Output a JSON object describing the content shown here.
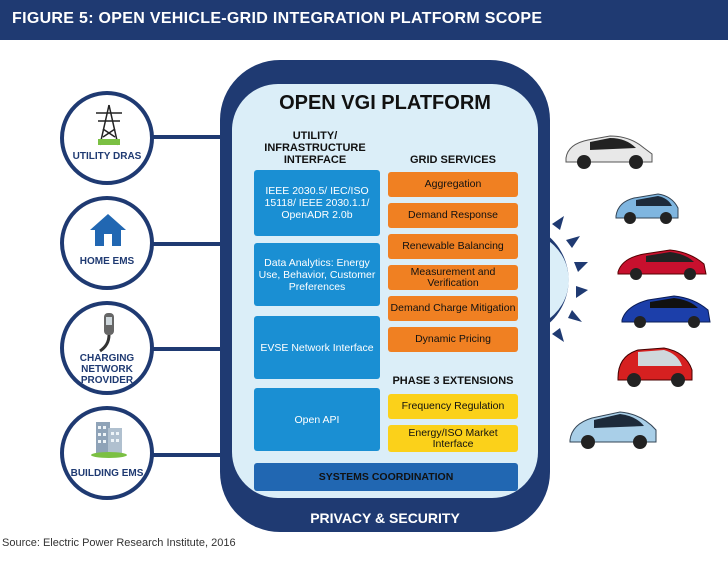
{
  "header": {
    "title": "FIGURE 5: OPEN VEHICLE-GRID INTEGRATION PLATFORM SCOPE"
  },
  "platform": {
    "title": "OPEN VGI PLATFORM",
    "footer": "PRIVACY & SECURITY",
    "left_heading": "UTILITY/ INFRASTRUCTURE INTERFACE",
    "left_heading_lines": [
      "UTILITY/",
      "INFRASTRUCTURE",
      "INTERFACE"
    ],
    "right_heading": "GRID SERVICES",
    "phase3_heading": "PHASE 3 EXTENSIONS",
    "left_boxes": [
      "IEEE 2030.5/ IEC/ISO 15118/ IEEE 2030.1.1/ OpenADR 2.0b",
      "Data Analytics: Energy Use, Behavior, Customer Preferences",
      "EVSE Network Interface",
      "Open API"
    ],
    "grid_services": [
      "Aggregation",
      "Demand Response",
      "Renewable Balancing",
      "Measurement and Verification",
      "Demand Charge Mitigation",
      "Dynamic Pricing"
    ],
    "phase3": [
      "Frequency Regulation",
      "Energy/ISO Market Interface"
    ],
    "coordination": "SYSTEMS COORDINATION"
  },
  "nodes": [
    {
      "label": "UTILITY DRAS",
      "icon": "power-tower-icon"
    },
    {
      "label": "HOME EMS",
      "icon": "house-icon"
    },
    {
      "label": "CHARGING NETWORK PROVIDER",
      "icon": "charger-plug-icon"
    },
    {
      "label": "BUILDING EMS",
      "icon": "building-icon"
    }
  ],
  "source": "Source: Electric Power Research Institute, 2016",
  "colors": {
    "navy": "#1f3a72",
    "blue": "#1a8fd3",
    "orange": "#f08022",
    "yellow": "#fbd11a",
    "panel": "#dbeef8"
  }
}
